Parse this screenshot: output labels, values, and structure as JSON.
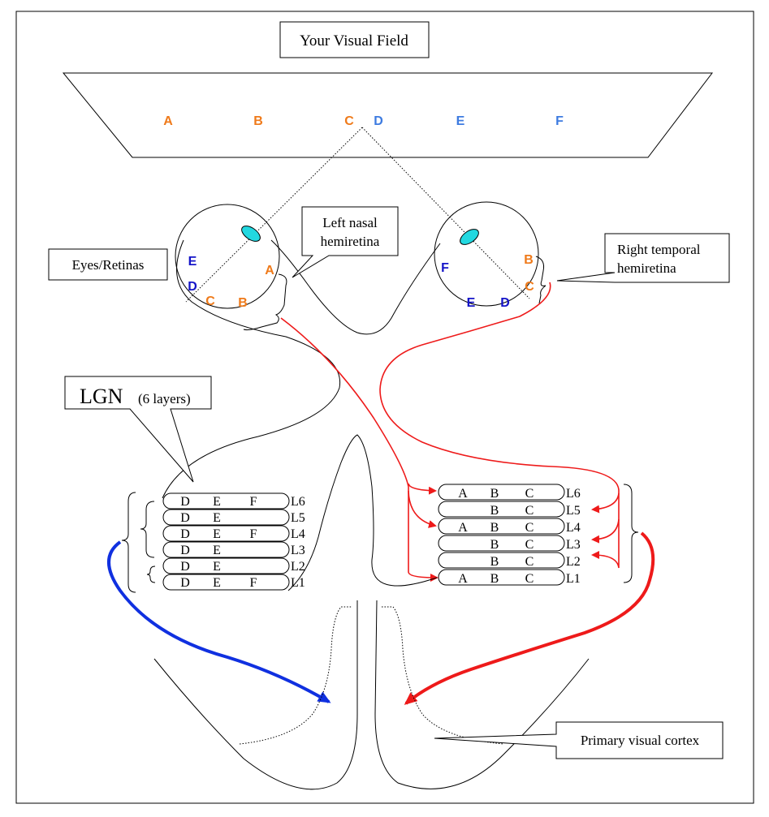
{
  "title": "Your Visual Field",
  "field_letters": [
    "A",
    "B",
    "C",
    "D",
    "E",
    "F"
  ],
  "left_eye_letters": [
    "E",
    "D",
    "C",
    "B",
    "A"
  ],
  "right_eye_letters": [
    "F",
    "E",
    "D",
    "C",
    "B"
  ],
  "labels": {
    "eyes": "Eyes/Retinas",
    "left_nasal_line1": "Left nasal",
    "left_nasal_line2": "hemiretina",
    "right_temporal_line1": "Right temporal",
    "right_temporal_line2": "hemiretina",
    "lgn_main": "LGN",
    "lgn_sub": "(6 layers)",
    "cortex": "Primary visual cortex"
  },
  "left_lgn_layers": [
    {
      "name": "L6",
      "letters": [
        "D",
        "E",
        "F"
      ]
    },
    {
      "name": "L5",
      "letters": [
        "D",
        "E",
        ""
      ]
    },
    {
      "name": "L4",
      "letters": [
        "D",
        "E",
        "F"
      ]
    },
    {
      "name": "L3",
      "letters": [
        "D",
        "E",
        ""
      ]
    },
    {
      "name": "L2",
      "letters": [
        "D",
        "E",
        ""
      ]
    },
    {
      "name": "L1",
      "letters": [
        "D",
        "E",
        "F"
      ]
    }
  ],
  "right_lgn_layers": [
    {
      "name": "L6",
      "letters": [
        "A",
        "B",
        "C"
      ]
    },
    {
      "name": "L5",
      "letters": [
        "",
        "B",
        "C"
      ]
    },
    {
      "name": "L4",
      "letters": [
        "A",
        "B",
        "C"
      ]
    },
    {
      "name": "L3",
      "letters": [
        "",
        "B",
        "C"
      ]
    },
    {
      "name": "L2",
      "letters": [
        "",
        "B",
        "C"
      ]
    },
    {
      "name": "L1",
      "letters": [
        "A",
        "B",
        "C"
      ]
    }
  ],
  "colors": {
    "orange": "#ef7a1a",
    "light_blue": "#3d7be0",
    "dark_blue": "#1414c8",
    "red": "#ee1a1a",
    "blue_path": "#1030e0",
    "lens": "#22d8e0"
  }
}
